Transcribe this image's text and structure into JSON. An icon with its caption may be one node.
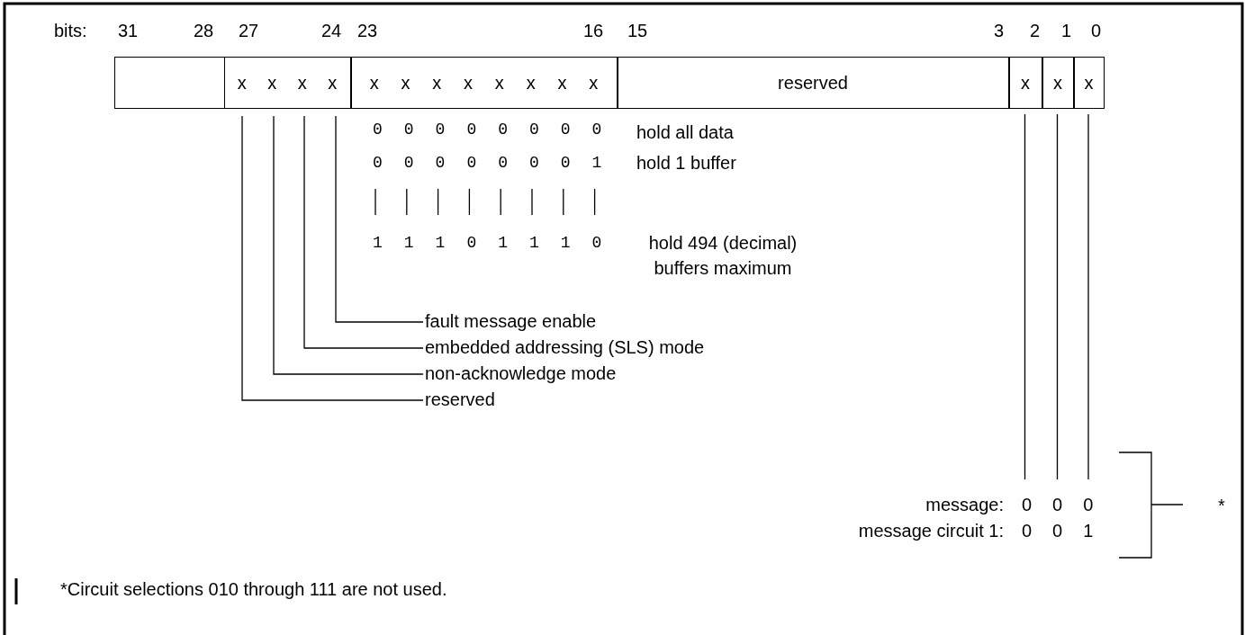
{
  "diagram": {
    "nodes": [
      {
        "text": [],
        "shape": "box"
      },
      {
        "text": [
          "x x x x"
        ]
      },
      {
        "text": [
          "x x x x x x x x"
        ]
      },
      {
        "text": [
          "reserved"
        ]
      },
      {
        "text": [
          "x"
        ]
      },
      {
        "text": [
          "x"
        ]
      },
      {
        "text": [
          "x"
        ]
      },
      {
        "text": [
          "fault message enable"
        ]
      },
      {
        "text": [
          "embedded addressing (SLS) mode"
        ]
      },
      {
        "text": [
          "non-acknowledge mode"
        ]
      },
      {
        "text": [
          "reserved"
        ]
      }
    ],
    "edges": [
      {
        "from": 7,
        "to": 1,
        "arrow": "none"
      },
      {
        "from": 8,
        "to": 1,
        "arrow": "none"
      },
      {
        "from": 9,
        "to": 1,
        "arrow": "none"
      },
      {
        "from": 10,
        "to": 1,
        "arrow": "none"
      },
      {
        "from": 4,
        "to": null,
        "arrow": "none"
      },
      {
        "from": 5,
        "to": null,
        "arrow": "none"
      },
      {
        "from": 6,
        "to": null,
        "arrow": "none"
      }
    ],
    "labels": [
      "bits:",
      "31",
      "28",
      "27",
      "24",
      "23",
      "16",
      "15",
      "3",
      "2",
      "1",
      "0",
      "0 0 0 0 0 0 0 0",
      "hold all data",
      "0 0 0 0 0 0 0 1",
      "hold 1 buffer",
      "1 1 1 0 1 1 1 0",
      "hold 494 (decimal) buffers maximum",
      "message:",
      "0 0 0",
      "message circuit 1:",
      "0 0 1",
      "*",
      "*Circuit selections 010 through 111 are not used."
    ]
  }
}
